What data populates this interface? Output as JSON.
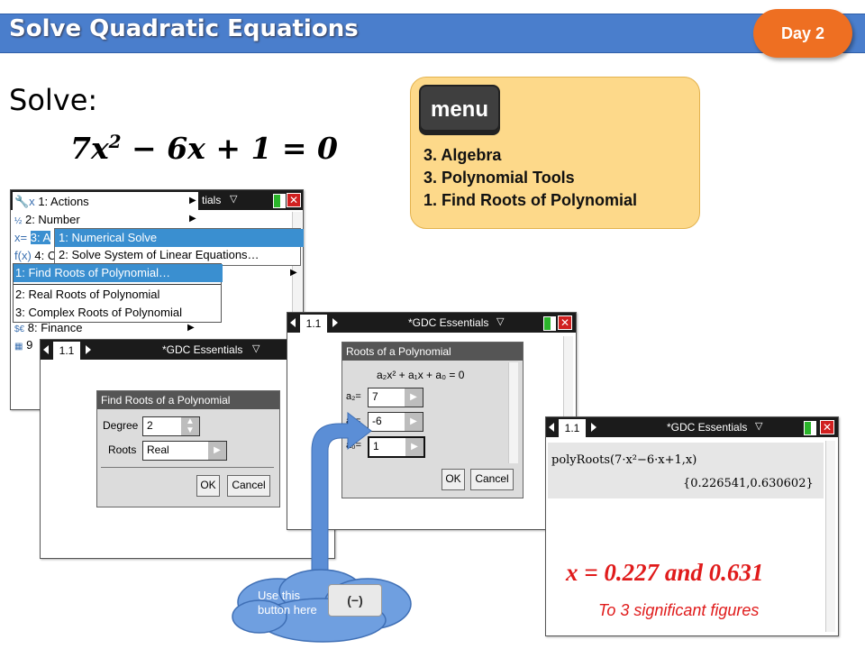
{
  "slide": {
    "title": "Solve Quadratic Equations",
    "day_badge": "Day 2",
    "solve_label": "Solve:",
    "equation": {
      "lhs": "7x",
      "exp": "2",
      "rest": " − 6x + 1 = 0"
    }
  },
  "menu_box": {
    "key_label": "menu",
    "steps": [
      "3. Algebra",
      "3. Polynomial Tools",
      "1. Find Roots of Polynomial"
    ]
  },
  "calc1": {
    "bar_title_frag": "tials",
    "menu_items": [
      {
        "label": "1: Actions",
        "icon": "x"
      },
      {
        "label": "2: Number",
        "icon": "½"
      },
      {
        "label": "3: A",
        "icon": "x="
      },
      {
        "label": "4: C",
        "icon": "f(x)"
      }
    ],
    "submenu1": [
      "1: Numerical Solve",
      "2: Solve System of Linear Equations…"
    ],
    "submenu2": [
      "1: Find Roots of Polynomial…",
      "2: Real Roots of Polynomial",
      "3: Complex Roots of Polynomial"
    ],
    "lower_items": [
      "8: Finance",
      "9"
    ]
  },
  "calc2": {
    "tab": "1.1",
    "bar_title": "*GDC Essentials",
    "dialog_title": "Find Roots of a Polynomial",
    "degree_label": "Degree",
    "degree_value": "2",
    "roots_label": "Roots",
    "roots_value": "Real",
    "ok": "OK",
    "cancel": "Cancel"
  },
  "calc3": {
    "tab": "1.1",
    "bar_title": "*GDC Essentials",
    "dialog_title": "Roots of a Polynomial",
    "formula": "a₂x² + a₁x + a₀ = 0",
    "coef_labels": [
      "a₂=",
      "a₁=",
      "a₀="
    ],
    "coef_values": [
      "7",
      "-6",
      "1"
    ],
    "ok": "OK",
    "cancel": "Cancel"
  },
  "calc4": {
    "tab": "1.1",
    "bar_title": "*GDC Essentials",
    "command": "polyRoots(7·x²−6·x+1,x)",
    "result": "{0.226541,0.630602}"
  },
  "callout": {
    "text": "Use this button here",
    "key_label": "(−)"
  },
  "answer": {
    "main": "x = 0.227 and 0.631",
    "note": "To 3 significant figures"
  }
}
